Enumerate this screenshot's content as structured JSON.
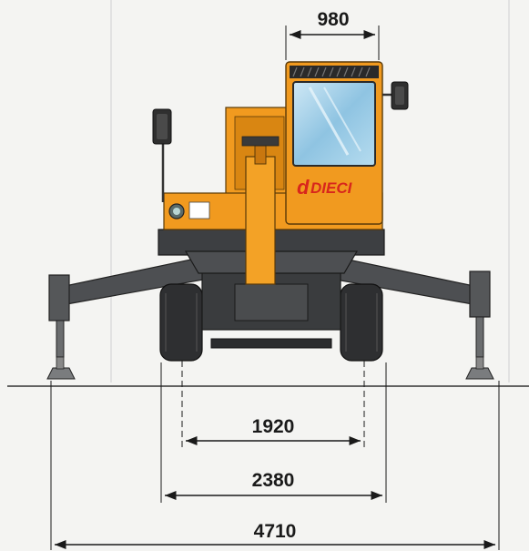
{
  "brand": {
    "name": "DIECI",
    "mark": "d"
  },
  "dimensions": {
    "cab_width": "980",
    "wheel_track": "1920",
    "overall_width_wheels": "2380",
    "outrigger_span": "4710"
  },
  "colors": {
    "body": "#f19a1f",
    "body_dark": "#c9770f",
    "outrigger": "#4d4f52",
    "tyre": "#2e2f31",
    "glass": "#9ecde6",
    "lines": "#1a1a1a",
    "brand": "#d8261c"
  }
}
